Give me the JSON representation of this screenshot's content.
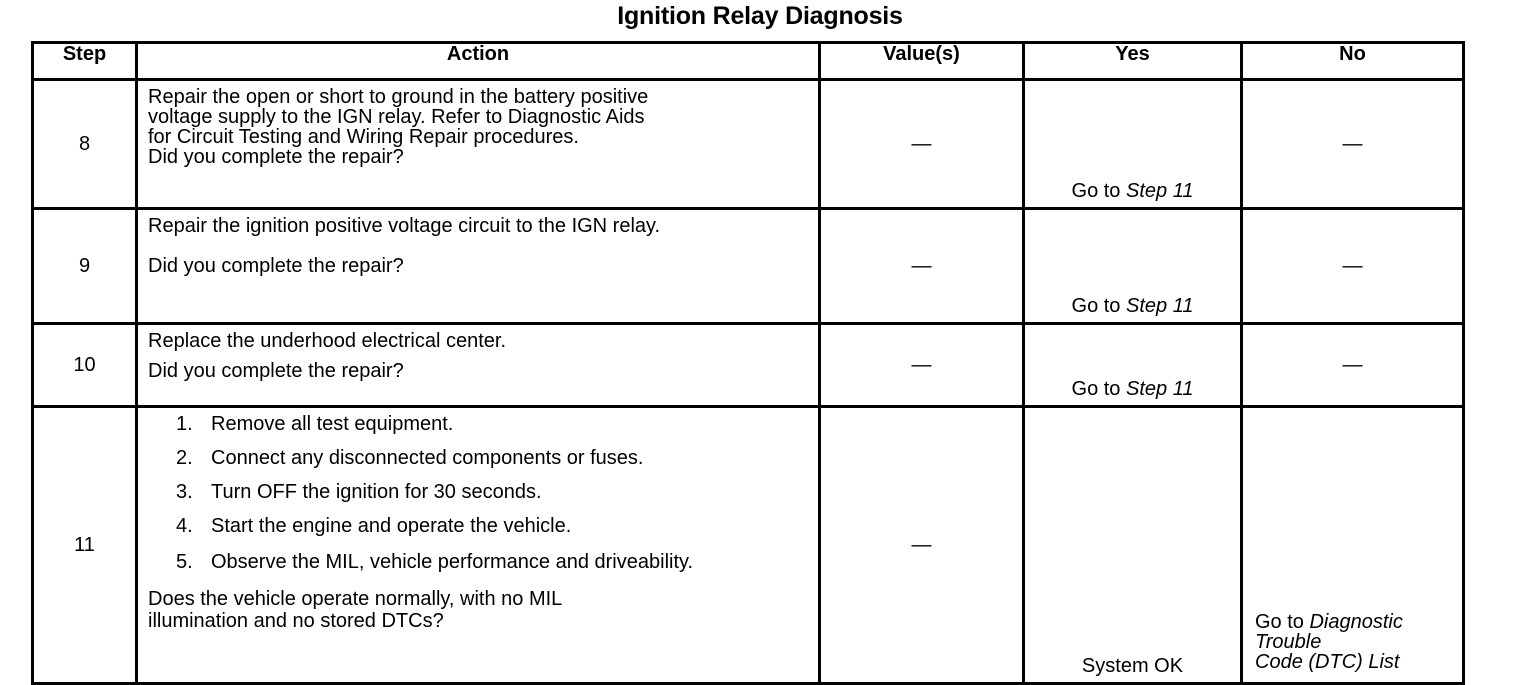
{
  "document": {
    "title": "Ignition Relay Diagnosis"
  },
  "table": {
    "headers": {
      "step": "Step",
      "action": "Action",
      "values": "Value(s)",
      "yes": "Yes",
      "no": "No"
    },
    "dash": "—",
    "goto_prefix": "Go to",
    "rows": [
      {
        "step": "8",
        "action_lines": [
          "Repair the open or short to ground in the battery positive",
          "voltage supply to the IGN relay. Refer to  Diagnostic Aids",
          "for Circuit Testing and Wiring Repair procedures.",
          "Did you complete the repair?"
        ],
        "value": "—",
        "yes_prefix": "Go to",
        "yes_ref": "Step 11",
        "no": "—"
      },
      {
        "step": "9",
        "action_lines": [
          "Repair the ignition positive voltage circuit to the IGN relay.",
          "",
          "Did you complete the repair?"
        ],
        "value": "—",
        "yes_prefix": "Go to",
        "yes_ref": "Step 11",
        "no": "—"
      },
      {
        "step": "10",
        "action_lines": [
          "Replace the underhood electrical center.",
          "Did you complete the repair?"
        ],
        "value": "—",
        "yes_prefix": "Go to",
        "yes_ref": "Step 11",
        "no": "—"
      },
      {
        "step": "11",
        "list": [
          {
            "num": "1.",
            "text": "Remove all test equipment."
          },
          {
            "num": "2.",
            "text": "Connect any disconnected components or fuses."
          },
          {
            "num": "3.",
            "text": "Turn OFF the ignition for 30 seconds."
          },
          {
            "num": "4.",
            "text": "Start the engine and operate the vehicle."
          },
          {
            "num": "5.",
            "text": "Observe the MIL, vehicle performance and driveability."
          }
        ],
        "question_lines": [
          "Does the vehicle operate normally, with no MIL",
          "illumination and no stored DTCs?"
        ],
        "value": "—",
        "yes": "System OK",
        "no_prefix": "Go to",
        "no_ref_lines": [
          "Diagnostic",
          "Trouble",
          "Code (DTC) List"
        ]
      }
    ]
  }
}
